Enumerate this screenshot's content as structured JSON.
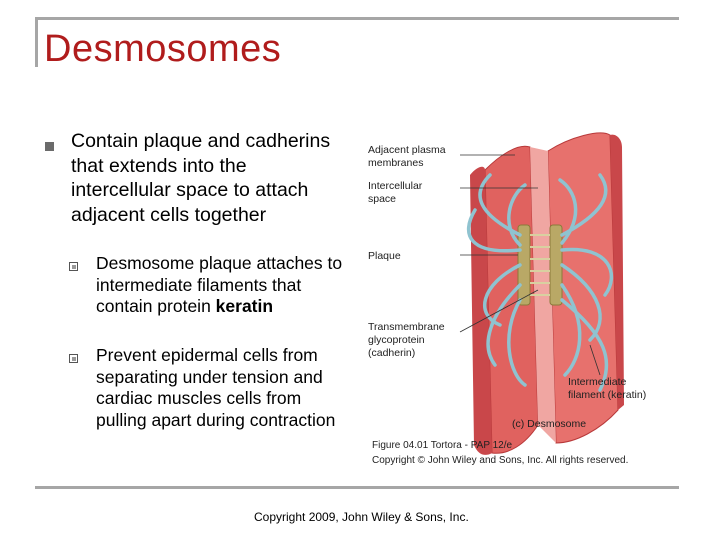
{
  "slide": {
    "title": "Desmosomes",
    "main_bullet": "Contain plaque and cadherins that extends into the intercellular space to attach adjacent cells together",
    "sub1_before": "Desmosome plaque attaches to intermediate filaments that contain protein ",
    "sub1_bold": "keratin",
    "sub2": "Prevent epidermal cells from separating under tension and cardiac muscles cells from pulling apart during contraction",
    "copyright": "Copyright 2009, John Wiley & Sons, Inc."
  },
  "figure": {
    "labels": {
      "adjacent_1": "Adjacent plasma",
      "adjacent_2": "membranes",
      "intercellular_1": "Intercellular",
      "intercellular_2": "space",
      "plaque": "Plaque",
      "trans_1": "Transmembrane",
      "trans_2": "glycoprotein",
      "trans_3": "(cadherin)",
      "intermediate_1": "Intermediate",
      "intermediate_2": "filament (keratin)",
      "caption": "(c) Desmosome",
      "fig_line1": "Figure 04.01  Tortora - PAP 12/e",
      "fig_line2": "Copyright © John Wiley and Sons, Inc. All rights reserved."
    },
    "colors": {
      "membrane": "#e0625f",
      "membrane_dark": "#b8393a",
      "filament": "#8fc3d0",
      "plaque": "#b9a866"
    }
  }
}
